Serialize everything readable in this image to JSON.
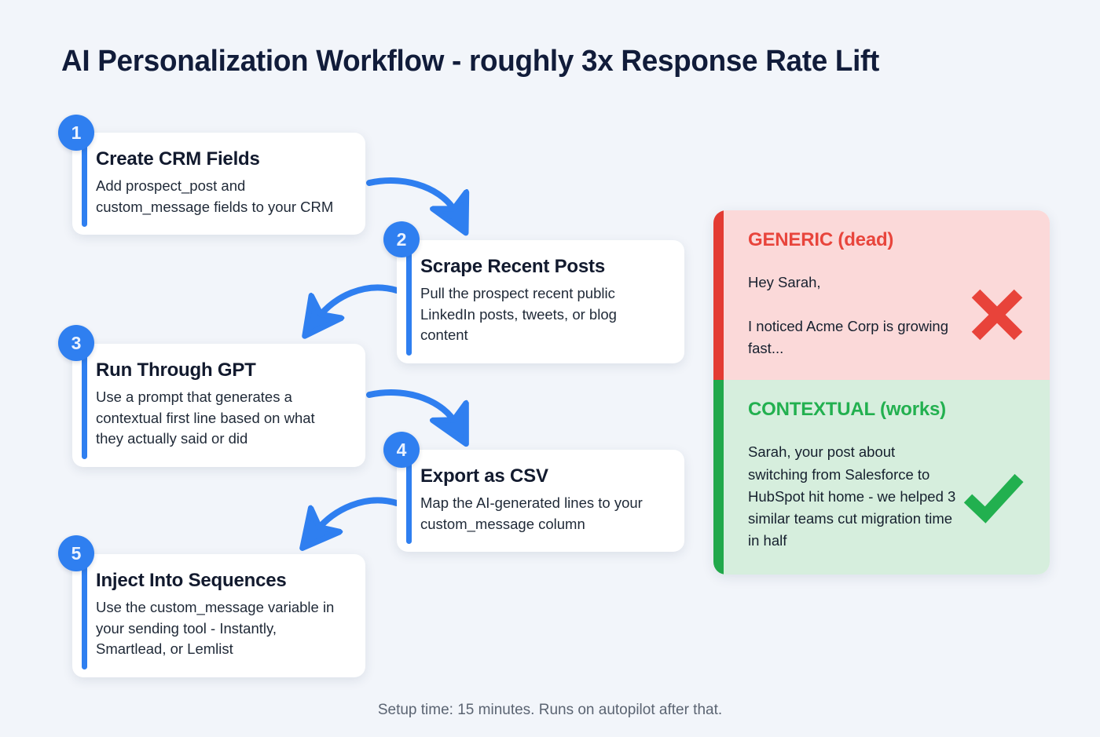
{
  "title": "AI Personalization Workflow - roughly 3x Response Rate Lift",
  "colors": {
    "background": "#f2f5fa",
    "accent_blue": "#2f7ff0",
    "title_navy": "#111c3a",
    "bad_red": "#e8453c",
    "bad_bg": "#fbd9d9",
    "good_green": "#22b04f",
    "good_bg": "#d6eedd"
  },
  "steps": [
    {
      "number": "1",
      "title": "Create CRM Fields",
      "desc": "Add prospect_post and custom_message fields to your CRM"
    },
    {
      "number": "2",
      "title": "Scrape Recent Posts",
      "desc": "Pull the prospect recent public LinkedIn posts, tweets, or blog content"
    },
    {
      "number": "3",
      "title": "Run Through GPT",
      "desc": "Use a prompt that generates a contextual first line based on what they actually said or did"
    },
    {
      "number": "4",
      "title": "Export as CSV",
      "desc": "Map the AI-generated lines to your custom_message column"
    },
    {
      "number": "5",
      "title": "Inject Into Sequences",
      "desc": "Use the custom_message variable in your sending tool - Instantly, Smartlead, or Lemlist"
    }
  ],
  "comparison": {
    "bad": {
      "heading": "GENERIC (dead)",
      "body": "Hey Sarah,\n\nI noticed Acme Corp is growing fast...",
      "icon": "cross-icon"
    },
    "good": {
      "heading": "CONTEXTUAL (works)",
      "body": "Sarah, your post about switching from Salesforce to HubSpot hit home - we helped 3 similar teams cut migration time in half",
      "icon": "check-icon"
    }
  },
  "footer": "Setup time: 15 minutes. Runs on autopilot after that."
}
